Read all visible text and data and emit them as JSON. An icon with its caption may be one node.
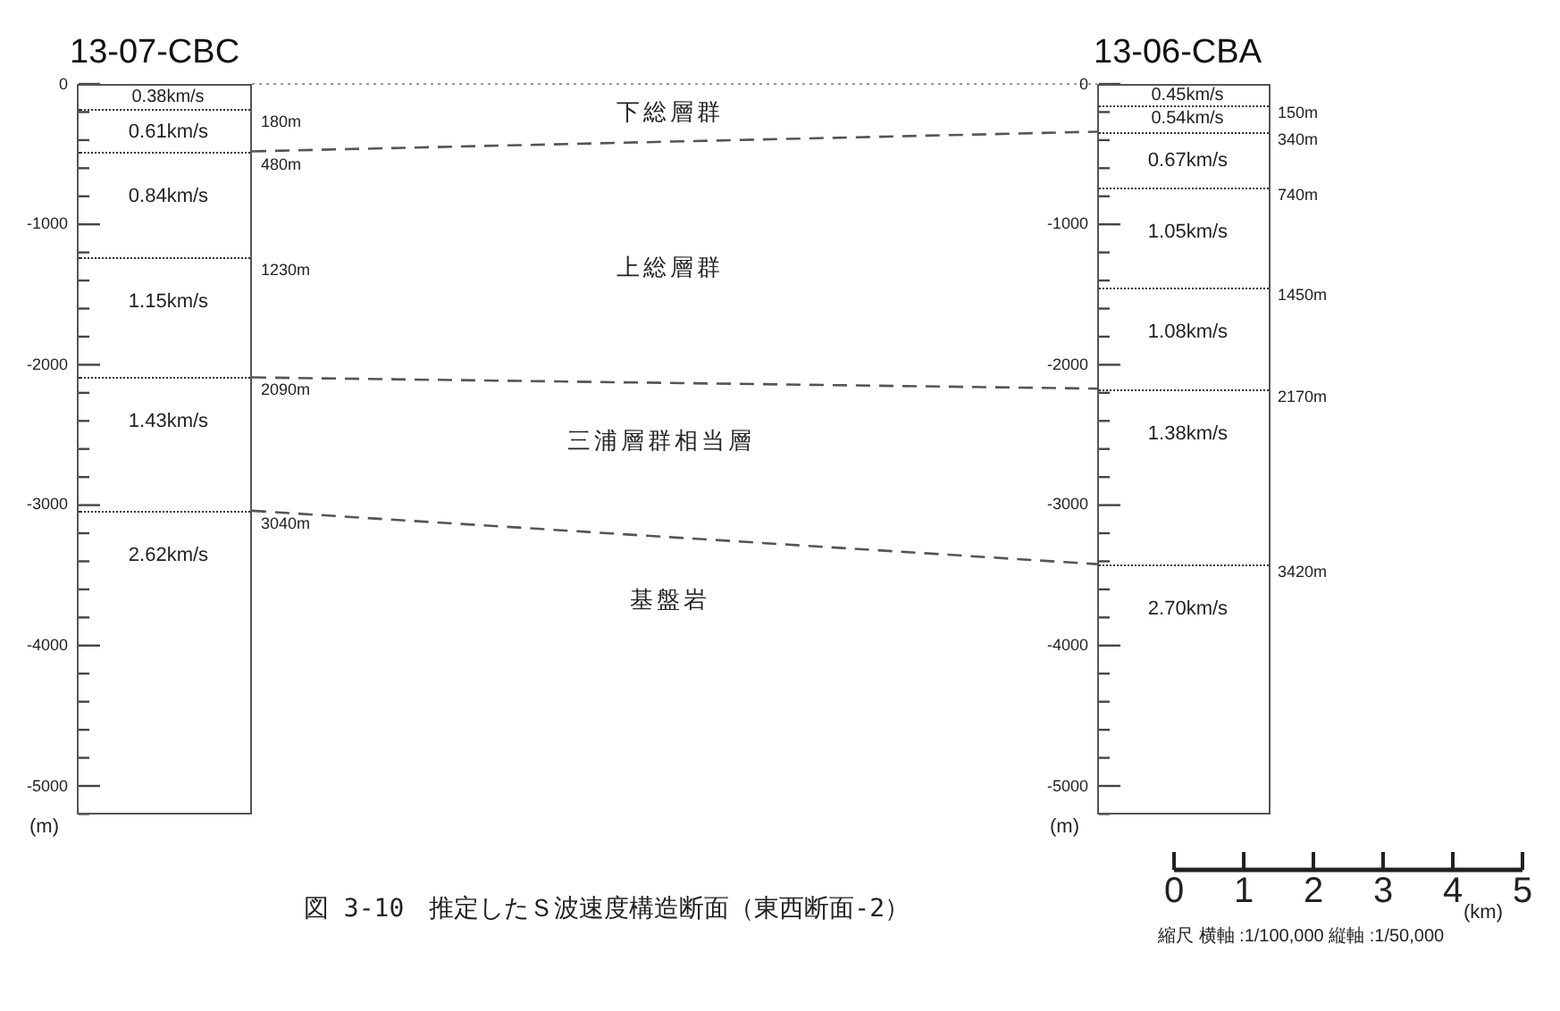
{
  "diagram": {
    "caption": "図 3-10　推定したＳ波速度構造断面（東西断面-2）",
    "nodes": [
      {
        "text": [
          "13-07-CBC"
        ]
      },
      {
        "text": [
          "0.38km/s"
        ],
        "in": 0,
        "beside": [
          "180m"
        ]
      },
      {
        "text": [
          "0.61km/s"
        ],
        "in": 0,
        "beside": [
          "480m"
        ]
      },
      {
        "text": [
          "0.84km/s"
        ],
        "in": 0,
        "beside": [
          "1230m"
        ]
      },
      {
        "text": [
          "1.15km/s"
        ],
        "in": 0,
        "beside": [
          "2090m"
        ]
      },
      {
        "text": [
          "1.43km/s"
        ],
        "in": 0,
        "beside": [
          "3040m"
        ]
      },
      {
        "text": [
          "2.62km/s"
        ],
        "in": 0
      },
      {
        "text": [
          "13-06-CBA"
        ]
      },
      {
        "text": [
          "0.45km/s"
        ],
        "in": 7,
        "beside": [
          "150m"
        ]
      },
      {
        "text": [
          "0.54km/s"
        ],
        "in": 7,
        "beside": [
          "340m"
        ]
      },
      {
        "text": [
          "0.67km/s"
        ],
        "in": 7,
        "beside": [
          "740m"
        ]
      },
      {
        "text": [
          "1.05km/s"
        ],
        "in": 7,
        "beside": [
          "1450m"
        ]
      },
      {
        "text": [
          "1.08km/s"
        ],
        "in": 7,
        "beside": [
          "2170m"
        ]
      },
      {
        "text": [
          "1.38km/s"
        ],
        "in": 7,
        "beside": [
          "3420m"
        ]
      },
      {
        "text": [
          "2.70km/s"
        ],
        "in": 7
      }
    ],
    "edges": [
      {
        "from": 1,
        "to": 8,
        "arrow": "none",
        "color": "#999999"
      },
      {
        "from": 2,
        "to": 9,
        "arrow": "none",
        "style": "dashed"
      },
      {
        "from": 4,
        "to": 12,
        "arrow": "none",
        "style": "dashed"
      },
      {
        "from": 5,
        "to": 13,
        "arrow": "none",
        "style": "dashed"
      }
    ],
    "labels": [
      "0",
      "-1000",
      "-2000",
      "-3000",
      "-4000",
      "-5000",
      "(m)",
      "下総層群",
      "上総層群",
      "三浦層群相当層",
      "基盤岩",
      "0",
      "-1000",
      "-2000",
      "-3000",
      "-4000",
      "-5000",
      "(m)",
      "0",
      "1",
      "2",
      "3",
      "4",
      "5",
      "(km)",
      "縮尺 横軸 :1/100,000 縦軸 :1/50,000"
    ]
  }
}
